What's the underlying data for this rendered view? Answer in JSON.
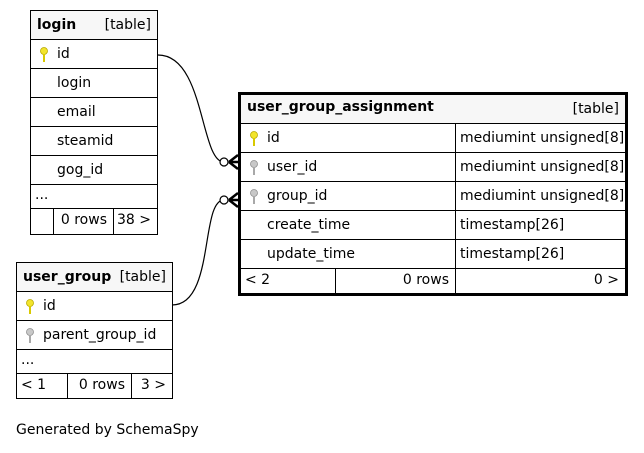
{
  "tables": {
    "login": {
      "name": "login",
      "kind": "[table]",
      "columns": [
        {
          "name": "id",
          "key": "primary"
        },
        {
          "name": "login",
          "key": "none"
        },
        {
          "name": "email",
          "key": "none"
        },
        {
          "name": "steamid",
          "key": "none"
        },
        {
          "name": "gog_id",
          "key": "none"
        }
      ],
      "ellipsis": "...",
      "footer": {
        "left": "",
        "rows": "0 rows",
        "right": "38 >"
      }
    },
    "user_group": {
      "name": "user_group",
      "kind": "[table]",
      "columns": [
        {
          "name": "id",
          "key": "primary"
        },
        {
          "name": "parent_group_id",
          "key": "foreign"
        }
      ],
      "ellipsis": "...",
      "footer": {
        "left": "< 1",
        "rows": "0 rows",
        "right": "3 >"
      }
    },
    "user_group_assignment": {
      "name": "user_group_assignment",
      "kind": "[table]",
      "columns": [
        {
          "name": "id",
          "key": "primary",
          "type": "mediumint unsigned[8]"
        },
        {
          "name": "user_id",
          "key": "foreign",
          "type": "mediumint unsigned[8]"
        },
        {
          "name": "group_id",
          "key": "foreign",
          "type": "mediumint unsigned[8]"
        },
        {
          "name": "create_time",
          "key": "none",
          "type": "timestamp[26]"
        },
        {
          "name": "update_time",
          "key": "none",
          "type": "timestamp[26]"
        }
      ],
      "footer": {
        "left": "< 2",
        "rows": "0 rows",
        "right": "0 >"
      }
    }
  },
  "colors": {
    "primary_key": "#f2e42c",
    "foreign_key": "#b0b0b0",
    "header_bg": "#f7f7f7"
  },
  "footer_text": "Generated by SchemaSpy"
}
